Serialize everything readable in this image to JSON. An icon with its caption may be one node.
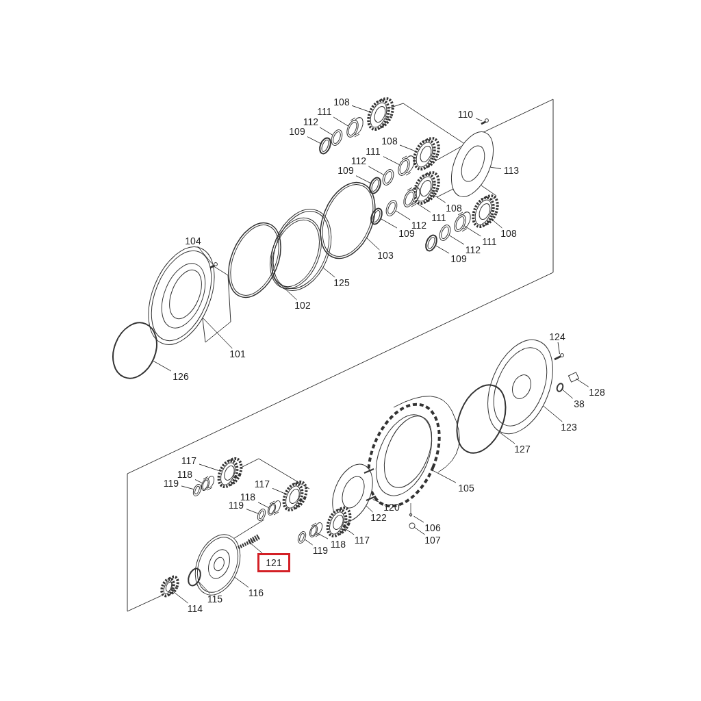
{
  "diagram": {
    "nodes": [
      {
        "text": [
          "108"
        ]
      },
      {
        "text": [
          "111"
        ]
      },
      {
        "text": [
          "112"
        ]
      },
      {
        "text": [
          "109"
        ]
      },
      {
        "text": [
          "110"
        ]
      },
      {
        "text": [
          "108"
        ]
      },
      {
        "text": [
          "111"
        ]
      },
      {
        "text": [
          "112"
        ]
      },
      {
        "text": [
          "109"
        ]
      },
      {
        "text": [
          "113"
        ]
      },
      {
        "text": [
          "108"
        ]
      },
      {
        "text": [
          "111"
        ]
      },
      {
        "text": [
          "112"
        ]
      },
      {
        "text": [
          "109"
        ]
      },
      {
        "text": [
          "108"
        ]
      },
      {
        "text": [
          "111"
        ]
      },
      {
        "text": [
          "112"
        ]
      },
      {
        "text": [
          "109"
        ]
      },
      {
        "text": [
          "103"
        ]
      },
      {
        "text": [
          "104"
        ]
      },
      {
        "text": [
          "125"
        ]
      },
      {
        "text": [
          "102"
        ]
      },
      {
        "text": [
          "101"
        ]
      },
      {
        "text": [
          "126"
        ]
      },
      {
        "text": [
          "124"
        ]
      },
      {
        "text": [
          "128"
        ]
      },
      {
        "text": [
          "38"
        ]
      },
      {
        "text": [
          "123"
        ]
      },
      {
        "text": [
          "127"
        ]
      },
      {
        "text": [
          "105"
        ]
      },
      {
        "text": [
          "117"
        ]
      },
      {
        "text": [
          "118"
        ]
      },
      {
        "text": [
          "119"
        ]
      },
      {
        "text": [
          "117"
        ]
      },
      {
        "text": [
          "118"
        ]
      },
      {
        "text": [
          "119"
        ]
      },
      {
        "text": [
          "120"
        ]
      },
      {
        "text": [
          "122"
        ]
      },
      {
        "text": [
          "106"
        ]
      },
      {
        "text": [
          "107"
        ]
      },
      {
        "text": [
          "117"
        ]
      },
      {
        "text": [
          "118"
        ]
      },
      {
        "text": [
          "119"
        ]
      },
      {
        "text": [
          "121"
        ]
      },
      {
        "text": [
          "116"
        ]
      },
      {
        "text": [
          "115"
        ]
      },
      {
        "text": [
          "114"
        ]
      },
      {
        "text": [],
        "shape": "picture"
      },
      {
        "text": [],
        "shape": "cylinder"
      },
      {
        "text": [],
        "shape": "circle"
      },
      {
        "text": [],
        "shape": "circle"
      },
      {
        "text": [],
        "shape": "picture"
      },
      {
        "text": [],
        "shape": "picture"
      },
      {
        "text": [],
        "shape": "cylinder"
      },
      {
        "text": [],
        "shape": "circle"
      },
      {
        "text": [],
        "shape": "circle"
      },
      {
        "text": [],
        "shape": "picture"
      },
      {
        "text": [],
        "shape": "picture"
      },
      {
        "text": [],
        "shape": "cylinder"
      },
      {
        "text": [],
        "shape": "circle"
      },
      {
        "text": [],
        "shape": "circle"
      },
      {
        "text": [],
        "shape": "picture"
      },
      {
        "text": [],
        "shape": "cylinder"
      },
      {
        "text": [],
        "shape": "circle"
      },
      {
        "text": [],
        "shape": "circle"
      },
      {
        "text": [],
        "shape": "circle"
      },
      {
        "text": [],
        "shape": "picture"
      },
      {
        "text": [],
        "shape": "picture"
      },
      {
        "text": [],
        "shape": "circle"
      },
      {
        "text": [],
        "shape": "picture"
      },
      {
        "text": [],
        "shape": "circle"
      },
      {
        "text": [],
        "shape": "picture"
      },
      {
        "text": [],
        "shape": "box"
      },
      {
        "text": [],
        "shape": "circle"
      },
      {
        "text": [],
        "shape": "picture"
      },
      {
        "text": [],
        "shape": "circle"
      },
      {
        "text": [],
        "shape": "picture"
      },
      {
        "text": [],
        "shape": "picture"
      },
      {
        "text": [],
        "shape": "cylinder"
      },
      {
        "text": [],
        "shape": "circle"
      },
      {
        "text": [],
        "shape": "picture"
      },
      {
        "text": [],
        "shape": "cylinder"
      },
      {
        "text": [],
        "shape": "circle"
      },
      {
        "text": [],
        "shape": "picture"
      },
      {
        "text": [],
        "shape": "picture"
      },
      {
        "text": [],
        "shape": "picture"
      },
      {
        "text": [],
        "shape": "circle"
      },
      {
        "text": [],
        "shape": "picture"
      },
      {
        "text": [],
        "shape": "cylinder"
      },
      {
        "text": [],
        "shape": "circle"
      },
      {
        "text": [],
        "shape": "picture"
      },
      {
        "text": [],
        "shape": "picture"
      },
      {
        "text": [],
        "shape": "circle"
      },
      {
        "text": [],
        "shape": "picture"
      }
    ],
    "edges": [
      {
        "from": 0,
        "to": 47,
        "arrow": "none"
      },
      {
        "from": 1,
        "to": 48,
        "arrow": "none"
      },
      {
        "from": 2,
        "to": 49,
        "arrow": "none"
      },
      {
        "from": 3,
        "to": 50,
        "arrow": "none"
      },
      {
        "from": 4,
        "to": 51,
        "arrow": "none"
      },
      {
        "from": 5,
        "to": 52,
        "arrow": "none"
      },
      {
        "from": 6,
        "to": 53,
        "arrow": "none"
      },
      {
        "from": 7,
        "to": 54,
        "arrow": "none"
      },
      {
        "from": 8,
        "to": 55,
        "arrow": "none"
      },
      {
        "from": 9,
        "to": 56,
        "arrow": "none"
      },
      {
        "from": 10,
        "to": 57,
        "arrow": "none"
      },
      {
        "from": 11,
        "to": 58,
        "arrow": "none"
      },
      {
        "from": 12,
        "to": 59,
        "arrow": "none"
      },
      {
        "from": 13,
        "to": 60,
        "arrow": "none"
      },
      {
        "from": 14,
        "to": 61,
        "arrow": "none"
      },
      {
        "from": 15,
        "to": 62,
        "arrow": "none"
      },
      {
        "from": 16,
        "to": 63,
        "arrow": "none"
      },
      {
        "from": 17,
        "to": 64,
        "arrow": "none"
      },
      {
        "from": 18,
        "to": 65,
        "arrow": "none"
      },
      {
        "from": 19,
        "to": 66,
        "arrow": "none"
      },
      {
        "from": 20,
        "to": 67,
        "arrow": "none"
      },
      {
        "from": 21,
        "to": 68,
        "arrow": "none"
      },
      {
        "from": 22,
        "to": 69,
        "arrow": "none"
      },
      {
        "from": 23,
        "to": 70,
        "arrow": "none"
      },
      {
        "from": 24,
        "to": 71,
        "arrow": "none"
      },
      {
        "from": 25,
        "to": 72,
        "arrow": "none"
      },
      {
        "from": 26,
        "to": 73,
        "arrow": "none"
      },
      {
        "from": 27,
        "to": 74,
        "arrow": "none"
      },
      {
        "from": 28,
        "to": 75,
        "arrow": "none"
      },
      {
        "from": 29,
        "to": 76,
        "arrow": "none"
      },
      {
        "from": 30,
        "to": 77,
        "arrow": "none"
      },
      {
        "from": 31,
        "to": 78,
        "arrow": "none"
      },
      {
        "from": 32,
        "to": 79,
        "arrow": "none"
      },
      {
        "from": 33,
        "to": 80,
        "arrow": "none"
      },
      {
        "from": 34,
        "to": 81,
        "arrow": "none"
      },
      {
        "from": 35,
        "to": 82,
        "arrow": "none"
      },
      {
        "from": 36,
        "to": 83,
        "arrow": "none"
      },
      {
        "from": 37,
        "to": 84,
        "arrow": "none"
      },
      {
        "from": 38,
        "to": 85,
        "arrow": "none"
      },
      {
        "from": 39,
        "to": 86,
        "arrow": "none"
      },
      {
        "from": 40,
        "to": 87,
        "arrow": "none"
      },
      {
        "from": 41,
        "to": 88,
        "arrow": "none"
      },
      {
        "from": 42,
        "to": 89,
        "arrow": "none"
      },
      {
        "from": 43,
        "to": 90,
        "arrow": "none"
      },
      {
        "from": 44,
        "to": 91,
        "arrow": "none"
      },
      {
        "from": 45,
        "to": 92,
        "arrow": "none"
      },
      {
        "from": 46,
        "to": 93,
        "arrow": "none"
      }
    ]
  }
}
